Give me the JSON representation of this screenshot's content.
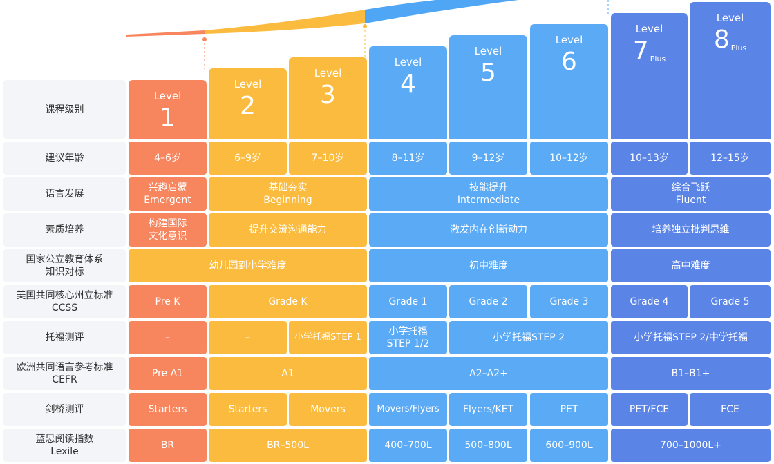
{
  "labels": {
    "level": "课程级别",
    "age": "建议年龄",
    "language": "语言发展",
    "quality": "素质培养",
    "national_1": "国家公立教育体系",
    "national_2": "知识对标",
    "ccss_1": "美国共同核心州立标准",
    "ccss_2": "CCSS",
    "toefl": "托福测评",
    "cefr_1": "欧洲共同语言参考标准",
    "cefr_2": "CEFR",
    "cambridge": "剑桥测评",
    "lexile_1": "蓝思阅读指数",
    "lexile_2": "Lexile"
  },
  "levels": [
    {
      "word": "Level",
      "num": "1",
      "suffix": ""
    },
    {
      "word": "Level",
      "num": "2",
      "suffix": ""
    },
    {
      "word": "Level",
      "num": "3",
      "suffix": ""
    },
    {
      "word": "Level",
      "num": "4",
      "suffix": ""
    },
    {
      "word": "Level",
      "num": "5",
      "suffix": ""
    },
    {
      "word": "Level",
      "num": "6",
      "suffix": ""
    },
    {
      "word": "Level",
      "num": "7",
      "suffix": "Plus"
    },
    {
      "word": "Level",
      "num": "8",
      "suffix": "Plus"
    }
  ],
  "ages": [
    "4–6岁",
    "6–9岁",
    "7–10岁",
    "8–11岁",
    "9–12岁",
    "10–12岁",
    "10–13岁",
    "12–15岁"
  ],
  "language": {
    "l1": [
      "兴趣启蒙",
      "Emergent"
    ],
    "l23": [
      "基础夯实",
      "Beginning"
    ],
    "l456": [
      "技能提升",
      "Intermediate"
    ],
    "l78": [
      "综合飞跃",
      "Fluent"
    ]
  },
  "quality": {
    "l1": [
      "构建国际",
      "文化意识"
    ],
    "l23": "提升交流沟通能力",
    "l456": "激发内在创新动力",
    "l78": "培养独立批判思维"
  },
  "national": {
    "l123": "幼儿园到小学难度",
    "l456": "初中难度",
    "l78": "高中难度"
  },
  "ccss": {
    "l1": "Pre K",
    "l23": "Grade K",
    "l4": "Grade 1",
    "l5": "Grade 2",
    "l6": "Grade 3",
    "l7": "Grade 4",
    "l8": "Grade 5"
  },
  "toefl": {
    "l1": "–",
    "l2": "–",
    "l3": "小学托福STEP 1",
    "l4": [
      "小学托福",
      "STEP 1/2"
    ],
    "l56": "小学托福STEP 2",
    "l78": "小学托福STEP 2/中学托福"
  },
  "cefr": {
    "l1": "Pre A1",
    "l23": "A1",
    "l456": "A2–A2+",
    "l78": "B1–B1+"
  },
  "cambridge": {
    "l1": "Starters",
    "l2": "Starters",
    "l3": "Movers",
    "l4": "Movers/Flyers",
    "l5": "Flyers/KET",
    "l6": "PET",
    "l7": "PET/FCE",
    "l8": "FCE"
  },
  "lexile": {
    "l1": "BR",
    "l23": "BR–500L",
    "l4": "400–700L",
    "l5": "500–800L",
    "l6": "600–900L",
    "l78": "700–1000L+"
  },
  "colors": {
    "orange": "#f7855d",
    "yellow": "#fbbb3e",
    "blue": "#5aaaf5",
    "purple": "#5a84e6",
    "label_bg": "#f3f5f8"
  }
}
